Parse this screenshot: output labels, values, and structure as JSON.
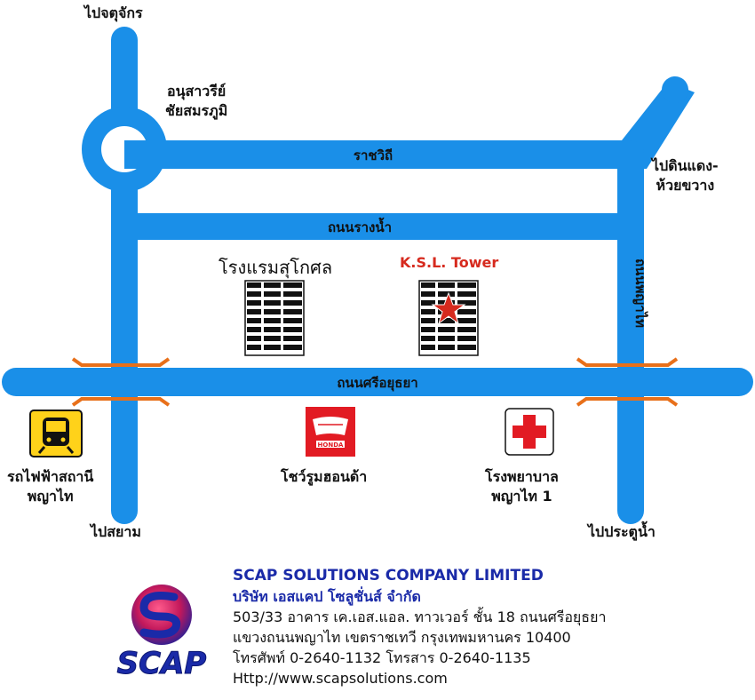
{
  "roads": {
    "ratchawithi": "ราชวิถี",
    "rangnam": "ถนนรางน้ำ",
    "si_ayutthaya": "ถนนศรีอยุธยา",
    "phrayathai": "ถนนพญาไท"
  },
  "places": {
    "to_chatuchak": "ไปจตุจักร",
    "monument_line1": "อนุสาวรีย์",
    "monument_line2": "ชัยสมรภูมิ",
    "to_dindaeng_line1": "ไปดินแดง-",
    "to_dindaeng_line2": "ห้วยขวาง",
    "hotel": "โรงแรมสุโกศล",
    "ksl_tower": "K.S.L. Tower",
    "bts_line1": "รถไฟฟ้าสถานี",
    "bts_line2": "พญาไท",
    "honda": "โชว์รูมฮอนด้า",
    "hospital_line1": "โรงพยาบาล",
    "hospital_line2": "พญาไท 1",
    "to_siam": "ไปสยาม",
    "to_pratunam": "ไปประตูน้ำ"
  },
  "company": {
    "name_en": "SCAP SOLUTIONS COMPANY LIMITED",
    "name_th": "บริษัท เอสแคป โซลูชั่นส์ จำกัด",
    "address1": "503/33 อาคาร เค.เอส.แอล. ทาวเวอร์ ชั้น 18 ถนนศรีอยุธยา",
    "address2": "แขวงถนนพญาไท เขตราชเทวี กรุงเทพมหานคร 10400",
    "phone": "โทรศัพท์ 0-2640-1132 โทรสาร 0-2640-1135",
    "website": "Http://www.scapsolutions.com",
    "logo_text": "SCAP"
  },
  "icons": {
    "bts": "train-icon",
    "honda": "honda-logo",
    "hospital": "red-cross-icon",
    "ksl_marker": "star-icon"
  },
  "colors": {
    "road": "#1a8fe8",
    "bridge": "#e8701a",
    "star": "#d62a1e",
    "company_blue": "#1a2aa8"
  }
}
